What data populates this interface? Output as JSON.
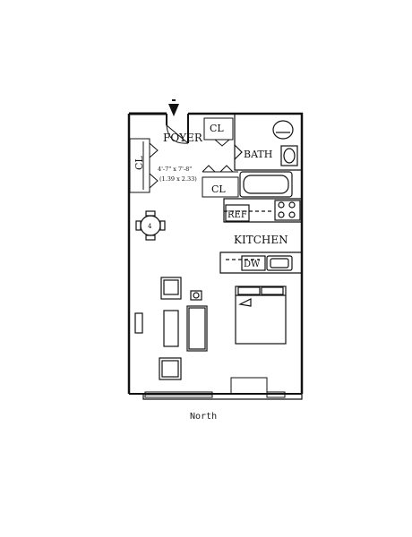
{
  "floorplan": {
    "rooms": {
      "foyer": {
        "name": "FOYER",
        "dims_imperial": "4'-7\" x 7'-8\"",
        "dims_metric": "(1.39 x 2.33)"
      },
      "bath": {
        "name": "BATH"
      },
      "kitchen": {
        "name": "KITCHEN"
      }
    },
    "fixtures": {
      "closet_top": "CL",
      "closet_left": "CL",
      "closet_foyer": "CL",
      "refrigerator": "REF",
      "dishwasher": "DW",
      "dining_seats": "4"
    },
    "orientation": "North"
  }
}
